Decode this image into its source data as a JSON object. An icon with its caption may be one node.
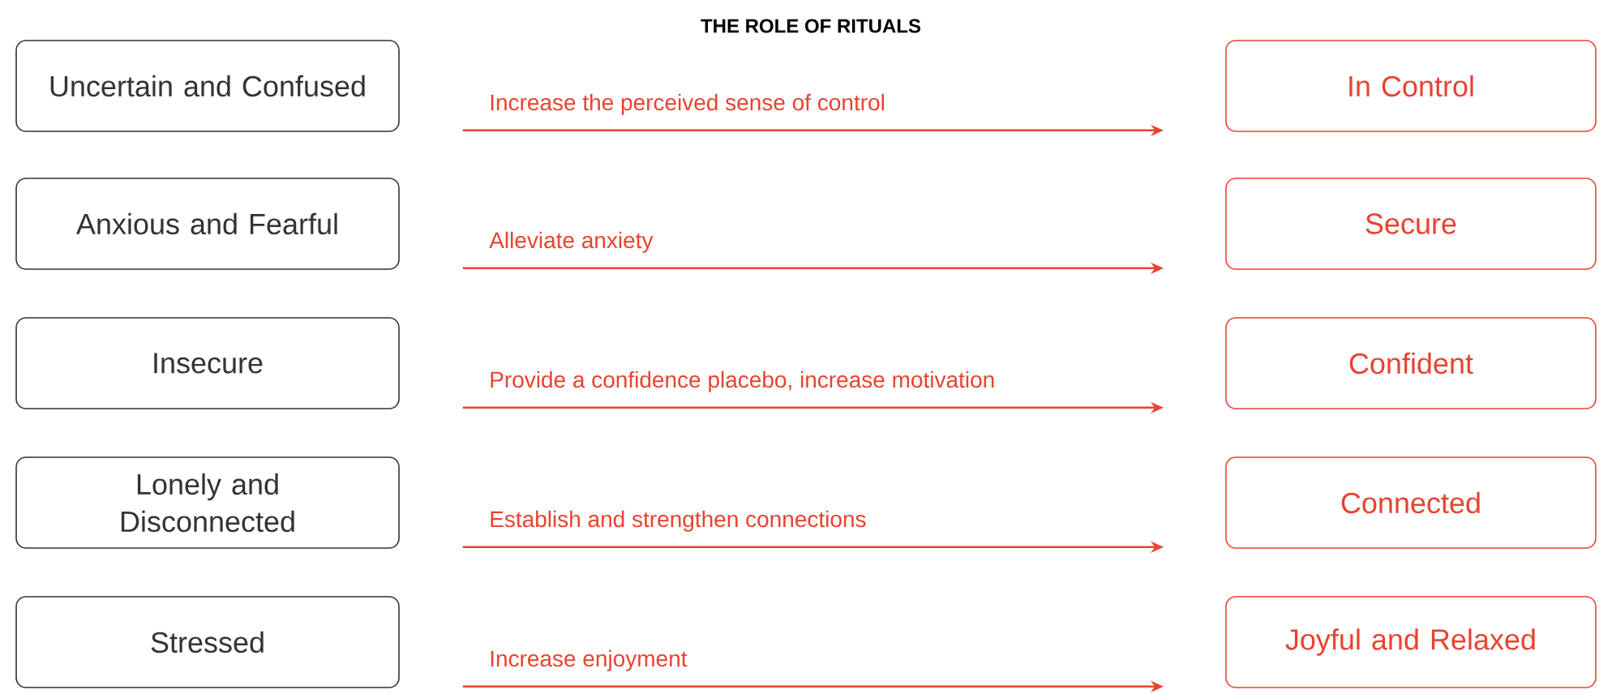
{
  "diagram": {
    "title": "THE ROLE OF RITUALS",
    "nodes": [
      {
        "text": [
          "Uncertain and Confused"
        ]
      },
      {
        "text": [
          "Anxious and Fearful"
        ]
      },
      {
        "text": [
          "Insecure"
        ]
      },
      {
        "text": [
          "Lonely and Disconnected"
        ]
      },
      {
        "text": [
          "Stressed"
        ]
      },
      {
        "text": [
          "In Control"
        ]
      },
      {
        "text": [
          "Secure"
        ]
      },
      {
        "text": [
          "Confident"
        ]
      },
      {
        "text": [
          "Connected"
        ]
      },
      {
        "text": [
          "Joyful and Relaxed"
        ]
      }
    ],
    "edges": [
      {
        "from": 0,
        "to": 5,
        "arrow": "to",
        "label": "Increase the perceived sense of control"
      },
      {
        "from": 1,
        "to": 6,
        "arrow": "to",
        "label": "Alleviate anxiety"
      },
      {
        "from": 2,
        "to": 7,
        "arrow": "to",
        "label": "Provide a confidence placebo, increase motivation"
      },
      {
        "from": 3,
        "to": 8,
        "arrow": "to",
        "label": "Establish and strengthen connections"
      },
      {
        "from": 4,
        "to": 9,
        "arrow": "to",
        "label": "Increase enjoyment"
      }
    ]
  }
}
